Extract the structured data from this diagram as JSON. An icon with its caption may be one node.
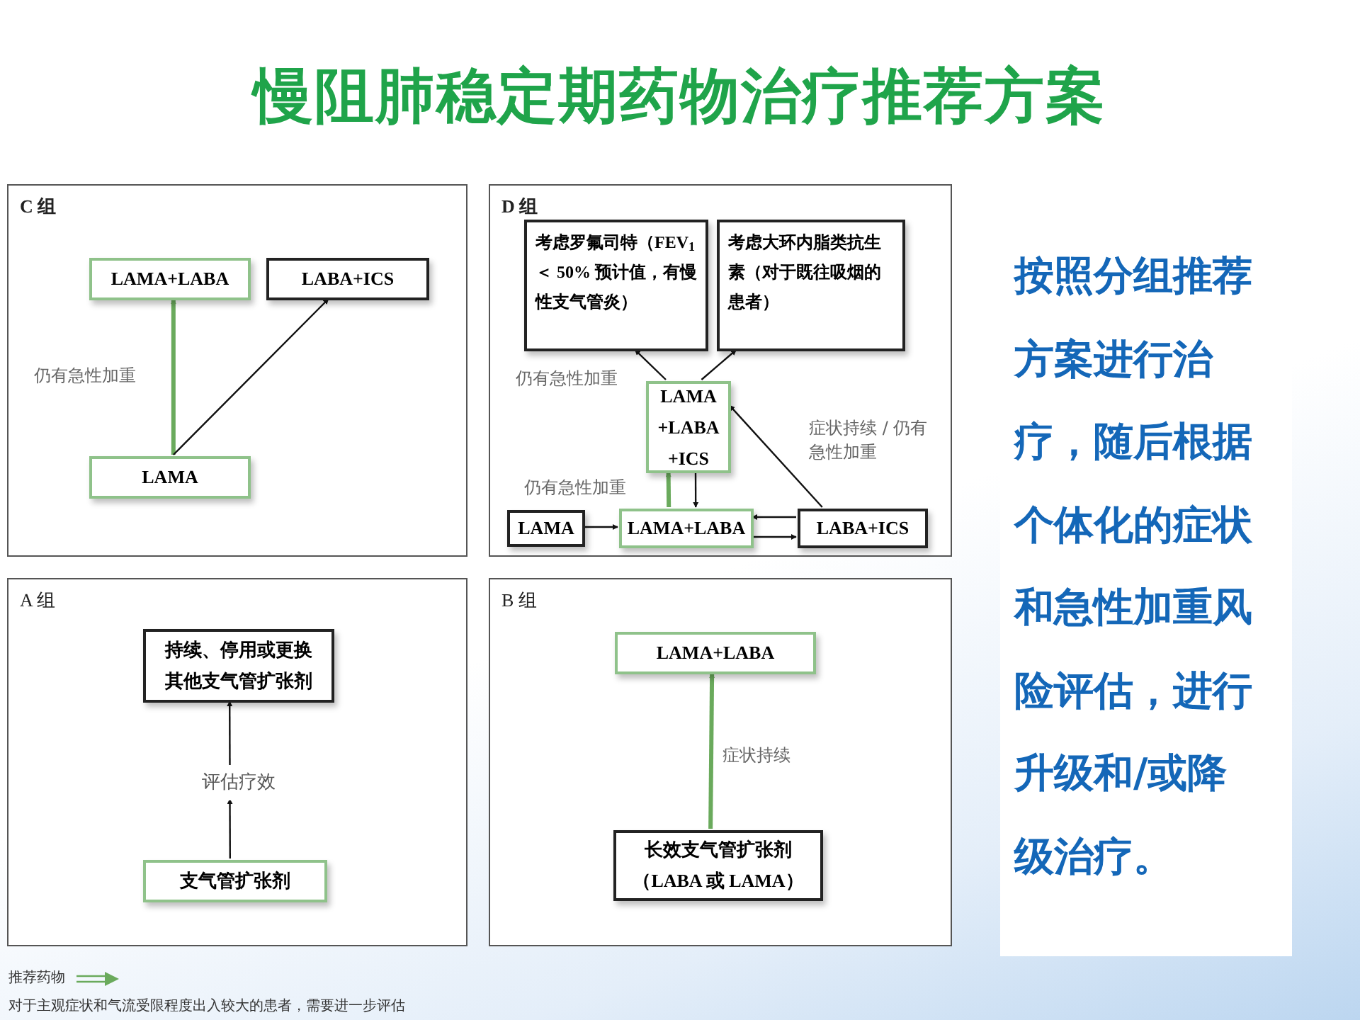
{
  "diagram": {
    "title": "慢阻肺稳定期药物治疗推荐方案",
    "nodes": [
      {
        "text": [
          "C 组"
        ]
      },
      {
        "text": [
          "LAMA+LABA"
        ],
        "in": 0
      },
      {
        "text": [
          "LABA+ICS"
        ],
        "in": 0
      },
      {
        "text": [
          "LAMA"
        ],
        "in": 0
      },
      {
        "text": [
          "D 组"
        ]
      },
      {
        "text": [
          "考虑罗氟司特（FEV$_{1}$ ＜ 50% 预计值，有慢性支气管炎）"
        ],
        "in": 4
      },
      {
        "text": [
          "考虑大环内脂类抗生素（对于既往吸烟的患者）"
        ],
        "in": 4
      },
      {
        "text": [
          "LAMA +LABA +ICS"
        ],
        "in": 4
      },
      {
        "text": [
          "LAMA"
        ],
        "in": 4
      },
      {
        "text": [
          "LAMA+LABA"
        ],
        "in": 4
      },
      {
        "text": [
          "LABA+ICS"
        ],
        "in": 4
      },
      {
        "text": [
          "A 组"
        ]
      },
      {
        "text": [
          "持续、停用或更换其他支气管扩张剂"
        ],
        "in": 11
      },
      {
        "text": [
          "评估疗效"
        ],
        "in": 11
      },
      {
        "text": [
          "支气管扩张剂"
        ],
        "in": 11
      },
      {
        "text": [
          "B 组"
        ]
      },
      {
        "text": [
          "LAMA+LABA"
        ],
        "in": 15
      },
      {
        "text": [
          "长效支气管扩张剂（LABA 或 LAMA）"
        ],
        "in": 15
      },
      {
        "text": [
          "按照分组推荐方案进行治疗，随后根据个体化的症状和急性加重风险评估，进行升级和/或降级治疗。"
        ]
      }
    ],
    "edges": [
      {
        "from": 3,
        "to": 1,
        "arrow": "to",
        "label": "仍有急性加重",
        "style": "thick",
        "color": "#6aaa5c"
      },
      {
        "from": 3,
        "to": 2,
        "arrow": "to"
      },
      {
        "from": 7,
        "to": 5,
        "arrow": "to",
        "label": "仍有急性加重"
      },
      {
        "from": 7,
        "to": 6,
        "arrow": "to"
      },
      {
        "from": 8,
        "to": 9,
        "arrow": "to"
      },
      {
        "from": 9,
        "to": 7,
        "arrow": "to",
        "label": "仍有急性加重",
        "style": "thick",
        "color": "#6aaa5c"
      },
      {
        "from": 7,
        "to": 9,
        "arrow": "to"
      },
      {
        "from": 9,
        "to": 10,
        "arrow": "to"
      },
      {
        "from": 10,
        "to": 9,
        "arrow": "to"
      },
      {
        "from": 10,
        "to": 7,
        "arrow": "to",
        "label": "症状持续 / 仍有急性加重"
      },
      {
        "from": 14,
        "to": 13,
        "arrow": "to"
      },
      {
        "from": 13,
        "to": 12,
        "arrow": "to"
      },
      {
        "from": 17,
        "to": 16,
        "arrow": "to",
        "label": "症状持续",
        "style": "thick",
        "color": "#6aaa5c"
      }
    ],
    "labels": [
      "对于主观症状和气流受限程度出入较大的患者，需要进一步评估"
    ],
    "legend": [
      {
        "text": "推荐药物"
      }
    ]
  }
}
